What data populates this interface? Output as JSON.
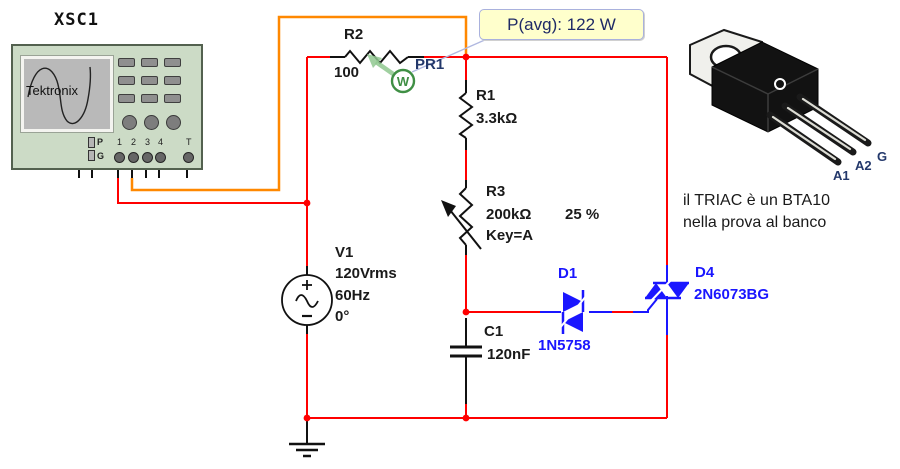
{
  "oscilloscope": {
    "id": "XSC1",
    "brand": "Tektronix",
    "pin_p": "P",
    "pin_g": "G",
    "channels": [
      "1",
      "2",
      "3",
      "4"
    ],
    "trigger": "T"
  },
  "probe": {
    "id": "PR1",
    "unit_symbol": "W",
    "reading": "P(avg): 122 W"
  },
  "components": {
    "r2": {
      "ref": "R2",
      "value": "100"
    },
    "r1": {
      "ref": "R1",
      "value": "3.3kΩ"
    },
    "r3": {
      "ref": "R3",
      "value": "200kΩ",
      "setting": "25 %",
      "key": "Key=A"
    },
    "v1": {
      "ref": "V1",
      "value": "120Vrms",
      "frequency": "60Hz",
      "phase": "0°"
    },
    "c1": {
      "ref": "C1",
      "value": "120nF"
    },
    "d1": {
      "ref": "D1",
      "part": "1N5758"
    },
    "d4": {
      "ref": "D4",
      "part": "2N6073BG"
    }
  },
  "package_photo": {
    "pins": [
      "A1",
      "A2",
      "G"
    ]
  },
  "annotation": {
    "line1": "il TRIAC è un BTA10",
    "line2": "nella prova al banco"
  },
  "colors": {
    "wire_red": "#ff0000",
    "wire_orange": "#ff8800",
    "schematic_blue": "#1a16ff",
    "probe_green": "#3f8f44",
    "callout_bg": "#ffffcc",
    "scope_body": "#ccdbc6"
  }
}
